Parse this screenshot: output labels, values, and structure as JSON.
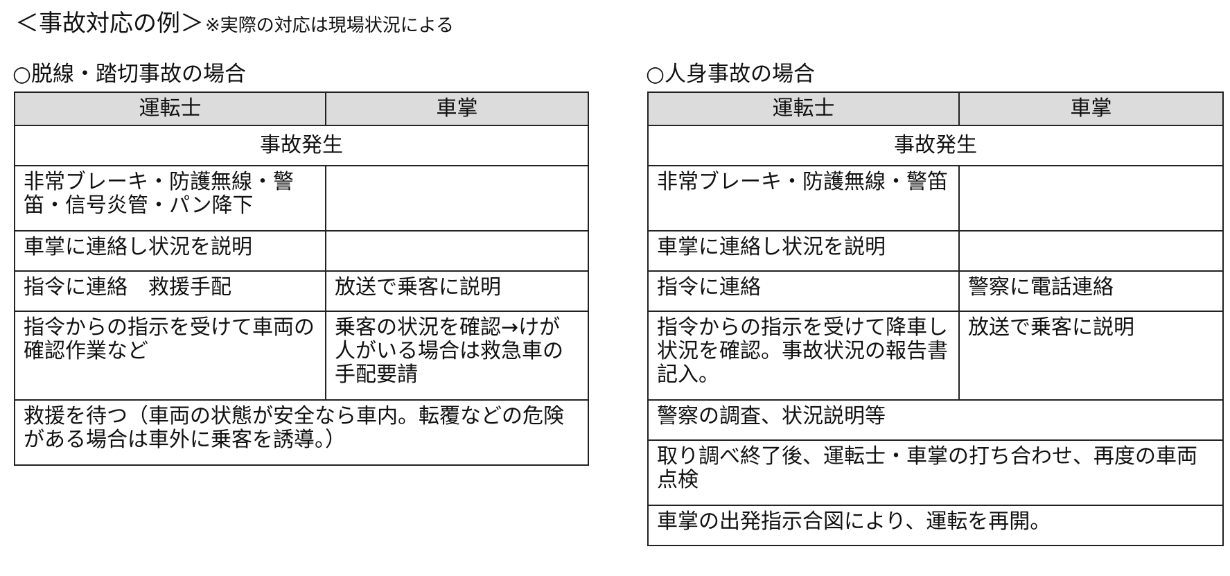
{
  "title": "＜事故対応の例＞",
  "note": "※実際の対応は現場状況による",
  "sections": [
    {
      "title": "○脱線・踏切事故の場合",
      "headers": [
        "運転士",
        "車掌"
      ],
      "rows": [
        {
          "span": "事故発生"
        },
        {
          "driver": "非常ブレーキ・防護無線・警笛・信号炎管・パン降下",
          "conductor": ""
        },
        {
          "driver": "車掌に連絡し状況を説明",
          "conductor": ""
        },
        {
          "driver": "指令に連絡　救援手配",
          "conductor": "放送で乗客に説明"
        },
        {
          "driver": "指令からの指示を受けて車両の確認作業など",
          "conductor": "乗客の状況を確認→けが人がいる場合は救急車の手配要請"
        },
        {
          "span": "救援を待つ（車両の状態が安全なら車内。転覆などの危険がある場合は車外に乗客を誘導。）"
        }
      ]
    },
    {
      "title": "○人身事故の場合",
      "headers": [
        "運転士",
        "車掌"
      ],
      "rows": [
        {
          "span": "事故発生"
        },
        {
          "driver": "非常ブレーキ・防護無線・警笛",
          "conductor": ""
        },
        {
          "driver": "車掌に連絡し状況を説明",
          "conductor": ""
        },
        {
          "driver": "指令に連絡",
          "conductor": "警察に電話連絡"
        },
        {
          "driver": "指令からの指示を受けて降車し状況を確認。事故状況の報告書記入。",
          "conductor": "放送で乗客に説明"
        },
        {
          "span": "警察の調査、状況説明等"
        },
        {
          "span": "取り調べ終了後、運転士・車掌の打ち合わせ、再度の車両点検"
        },
        {
          "span": "車掌の出発指示合図により、運転を再開。"
        }
      ]
    }
  ]
}
